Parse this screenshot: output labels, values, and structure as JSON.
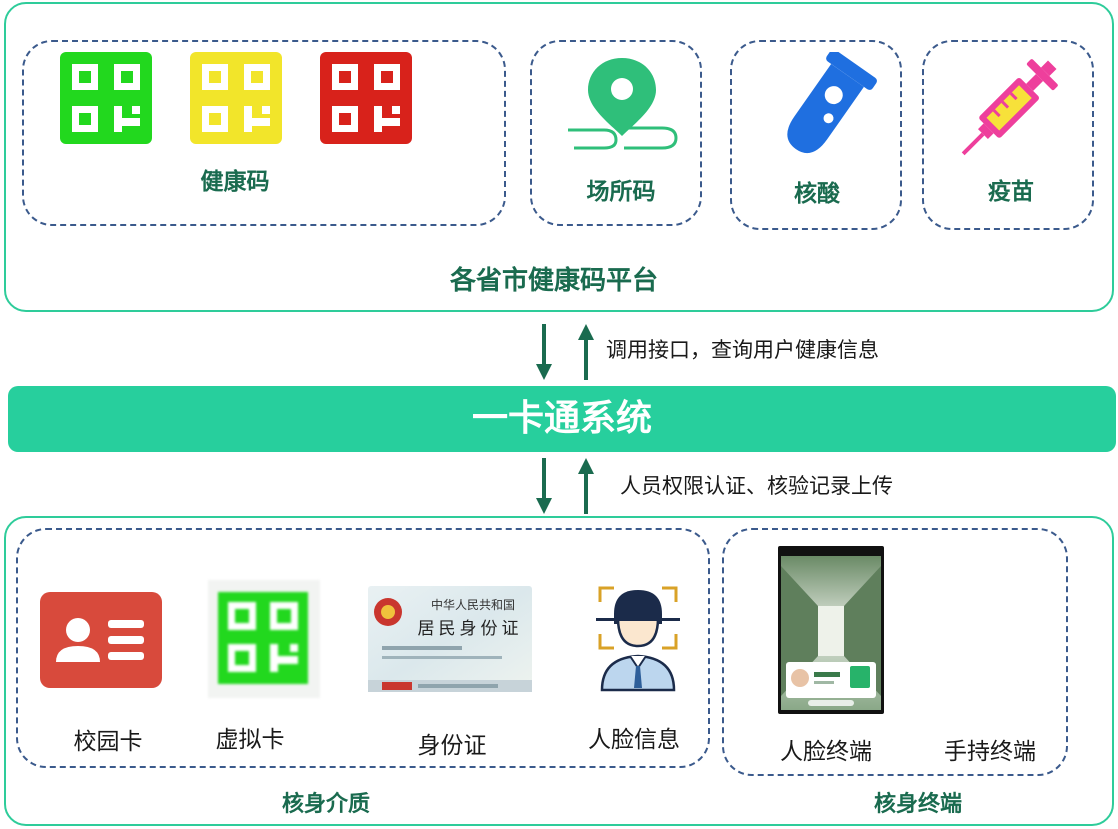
{
  "top_platform": {
    "title": "各省市健康码平台",
    "health_code": {
      "label": "健康码",
      "colors": [
        "#22d81e",
        "#f2e52a",
        "#d8221b"
      ],
      "icon": "qr-code-icon"
    },
    "venue_code": {
      "label": "场所码",
      "icon": "location-pin-icon"
    },
    "nucleic_acid": {
      "label": "核酸",
      "icon": "test-tube-icon"
    },
    "vaccine": {
      "label": "疫苗",
      "icon": "syringe-icon"
    }
  },
  "upper_arrow_note": "调用接口，查询用户健康信息",
  "system_bar": {
    "title": "一卡通系统",
    "color": "#27cf9d"
  },
  "lower_arrow_note": "人员权限认证、核验记录上传",
  "verify_media": {
    "title": "核身介质",
    "items": [
      {
        "label": "校园卡",
        "icon": "id-card-icon"
      },
      {
        "label": "虚拟卡",
        "icon": "qr-code-icon"
      },
      {
        "label": "身份证",
        "icon": "id-document-icon",
        "card_lines": [
          "中华人民共和国",
          "居民身份证"
        ]
      },
      {
        "label": "人脸信息",
        "icon": "face-scan-icon"
      }
    ]
  },
  "verify_terminal": {
    "title": "核身终端",
    "items": [
      {
        "label": "人脸终端",
        "icon": "face-terminal-device"
      },
      {
        "label": "手持终端",
        "icon": "handheld-terminal"
      }
    ]
  },
  "colors": {
    "accent": "#27cf9d",
    "label_green": "#1a6b4f",
    "dash_blue": "#3b5a8c",
    "panel_border": "#2ecc9a"
  }
}
